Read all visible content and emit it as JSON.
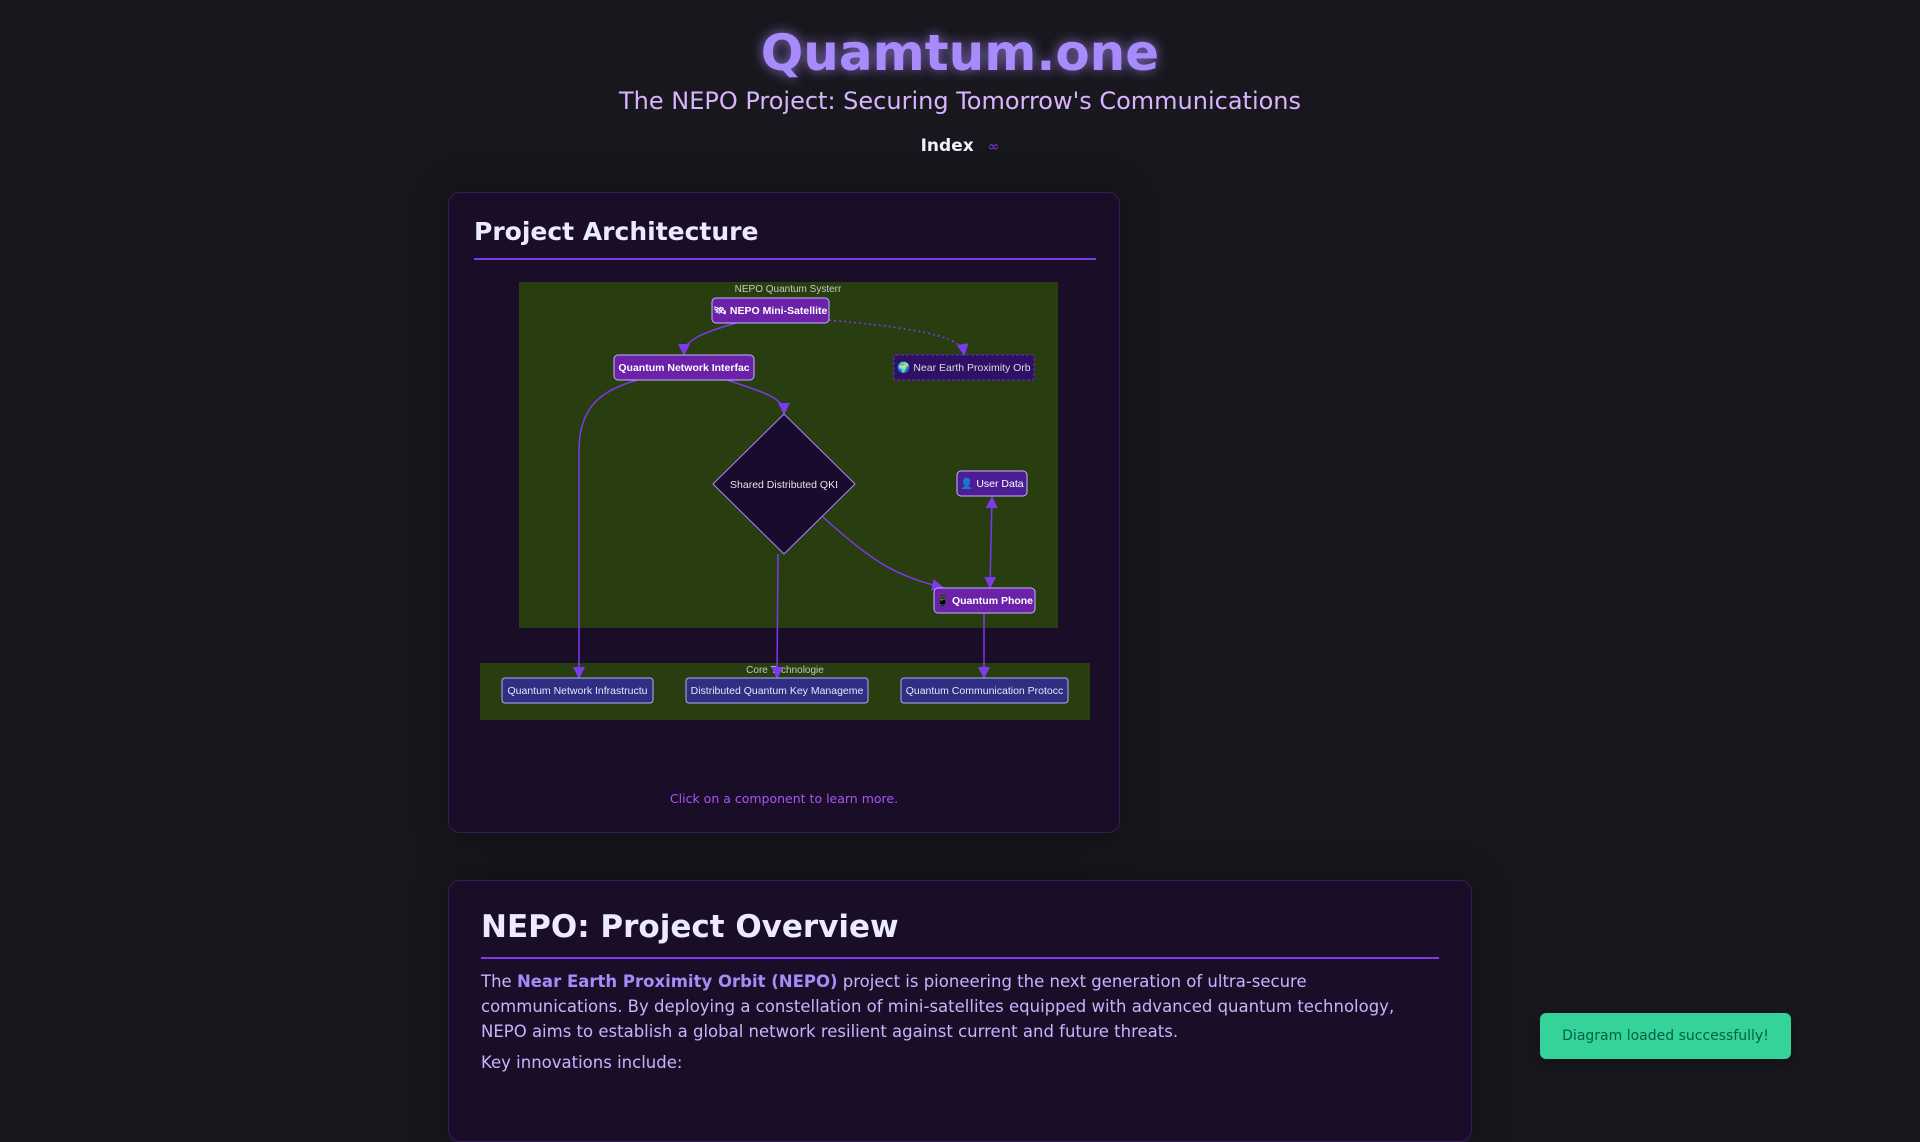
{
  "header": {
    "title": "Quamtum.one",
    "subtitle": "The NEPO Project: Securing Tomorrow's Communications",
    "nav": {
      "index_label": "Index",
      "infinity_symbol": "∞"
    }
  },
  "architecture": {
    "title": "Project Architecture",
    "diagram": {
      "group_main": "NEPO Quantum Systerr",
      "group_core": "Core Technologie",
      "nodes": {
        "satellite": "🛰 NEPO Mini-Satellite",
        "qni": "Quantum Network Interfac",
        "nepo_orbit": "🌍 Near Earth Proximity Orb",
        "qkd": "Shared Distributed QKI",
        "user_data": "👤 User Data",
        "phone": "📱 Quantum Phone",
        "core_infra": "Quantum Network Infrastructu",
        "core_key": "Distributed Quantum Key Manageme",
        "core_protocol": "Quantum Communication Protocc"
      }
    },
    "hint": "Click on a component to learn more."
  },
  "overview": {
    "title": "NEPO: Project Overview",
    "intro_pre": "The ",
    "intro_bold": "Near Earth Proximity Orbit (NEPO)",
    "intro_post": " project is pioneering the next generation of ultra-secure communications. By deploying a constellation of mini-satellites equipped with advanced quantum technology, NEPO aims to establish a global network resilient against current and future threats.",
    "key_innovations": "Key innovations include:"
  },
  "toast": {
    "message": "Diagram loaded successfully!"
  },
  "colors": {
    "accent": "#7c3aed",
    "title": "#a78bfa",
    "toast": "#34d399",
    "diagram_group": "#283d10"
  }
}
